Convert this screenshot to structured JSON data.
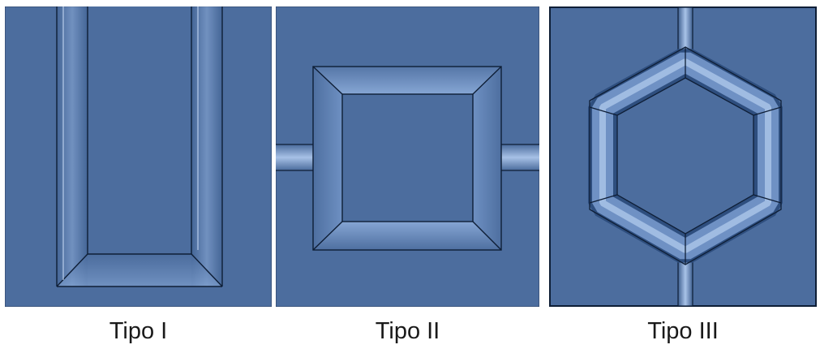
{
  "figure": {
    "panels": [
      {
        "id": "tipo-1",
        "caption": "Tipo I"
      },
      {
        "id": "tipo-2",
        "caption": "Tipo II"
      },
      {
        "id": "tipo-3",
        "caption": "Tipo III"
      }
    ],
    "colors": {
      "base": "#4C6D9E",
      "highlight": "#9CB8E0",
      "shade": "#2E4E7E",
      "edge": "#0E1E36",
      "caption_text": "#1a1a1a"
    }
  }
}
